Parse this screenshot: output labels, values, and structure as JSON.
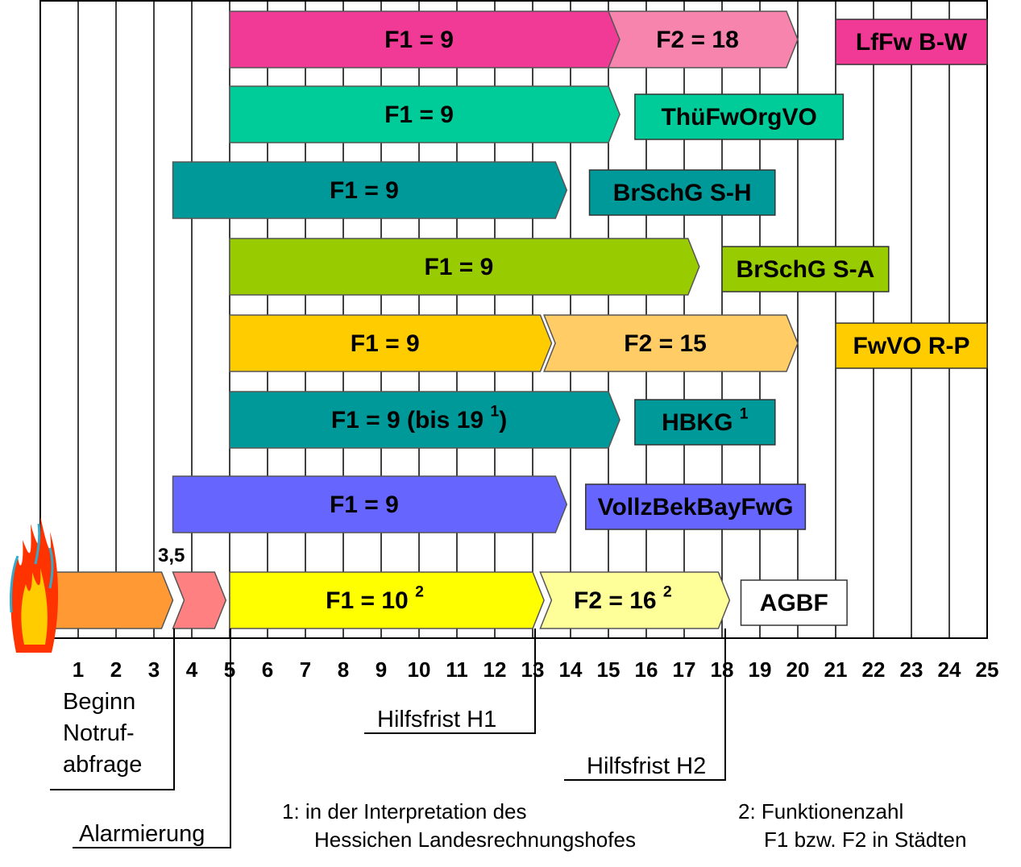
{
  "axis": {
    "ticks": [
      "1",
      "2",
      "3",
      "4",
      "5",
      "6",
      "7",
      "8",
      "9",
      "10",
      "11",
      "12",
      "13",
      "14",
      "15",
      "16",
      "17",
      "18",
      "19",
      "20",
      "21",
      "22",
      "23",
      "24",
      "25"
    ]
  },
  "rows": [
    {
      "segments": [
        {
          "start": 5,
          "end": 15.3,
          "label": "F1 = 9",
          "color": "#f03a96",
          "sup": ""
        },
        {
          "start": 15,
          "end": 20,
          "label": "F2 = 18",
          "color": "#f784ad",
          "sup": ""
        }
      ],
      "box": {
        "label": "LfFw B-W",
        "color": "#f03a96",
        "start": 21,
        "end": 25,
        "sup": ""
      }
    },
    {
      "segments": [
        {
          "start": 5,
          "end": 15.3,
          "label": "F1 = 9",
          "color": "#00cc99",
          "sup": ""
        }
      ],
      "box": {
        "label": "ThüFwOrgVO",
        "color": "#00cc99",
        "start": 15.7,
        "end": 21.2,
        "sup": ""
      }
    },
    {
      "segments": [
        {
          "start": 3.5,
          "end": 13.9,
          "label": "F1 = 9",
          "color": "#009999",
          "sup": ""
        }
      ],
      "box": {
        "label": "BrSchG S-H",
        "color": "#009999",
        "start": 14.5,
        "end": 19.4,
        "sup": ""
      }
    },
    {
      "segments": [
        {
          "start": 5,
          "end": 17.4,
          "label": "F1 = 9",
          "color": "#99cc00",
          "sup": ""
        }
      ],
      "box": {
        "label": "BrSchG S-A",
        "color": "#99cc00",
        "start": 18,
        "end": 22.4,
        "sup": ""
      }
    },
    {
      "segments": [
        {
          "start": 5,
          "end": 13.5,
          "label": "F1 = 9",
          "color": "#ffcc00",
          "sup": ""
        },
        {
          "start": 13.3,
          "end": 20,
          "label": "F2 = 15",
          "color": "#ffcc66",
          "sup": ""
        }
      ],
      "box": {
        "label": "FwVO R-P",
        "color": "#ffcc00",
        "start": 21,
        "end": 25,
        "sup": ""
      }
    },
    {
      "segments": [
        {
          "start": 5,
          "end": 15.3,
          "label": "F1 = 9 (bis 19 ",
          "color": "#009999",
          "sup": "1",
          "tail": ")"
        }
      ],
      "box": {
        "label": "HBKG ",
        "color": "#009999",
        "start": 15.7,
        "end": 19.4,
        "sup": "1"
      }
    },
    {
      "segments": [
        {
          "start": 3.5,
          "end": 13.9,
          "label": "F1 = 9",
          "color": "#6666ff",
          "sup": ""
        }
      ],
      "box": {
        "label": "VollzBekBayFwG",
        "color": "#6666ff",
        "start": 14.4,
        "end": 20.2,
        "sup": ""
      }
    },
    {
      "segments": [
        {
          "start": 0.4,
          "end": 3.5,
          "label": "",
          "color": "#ff9933",
          "sup": ""
        },
        {
          "start": 3.5,
          "end": 4.9,
          "label": "",
          "color": "#ff8080",
          "sup": ""
        },
        {
          "start": 5,
          "end": 13.3,
          "label": "F1 = 10 ",
          "color": "#ffff00",
          "sup": "2"
        },
        {
          "start": 13.2,
          "end": 18.2,
          "label": "F2 = 16 ",
          "color": "#ffff99",
          "sup": "2"
        }
      ],
      "box": {
        "label": "AGBF",
        "color": "#ffffff",
        "start": 18.5,
        "end": 21.3,
        "sup": ""
      }
    }
  ],
  "marker_label": "3,5",
  "brackets": {
    "notruf": [
      "Beginn",
      "Notruf-",
      "abfrage"
    ],
    "alarmierung": "Alarmierung",
    "h1": "Hilfsfrist H1",
    "h2": "Hilfsfrist H2"
  },
  "footnotes": {
    "f1": [
      "1: in der Interpretation des",
      "Hessichen Landesrechnungshofes"
    ],
    "f2": [
      "2: Funktionenzahl",
      "F1 bzw. F2 in Städten"
    ]
  },
  "colors": {
    "grid": "#000000",
    "text": "#000000",
    "flame_outer": "#ff3300",
    "flame_inner": "#ffcc00"
  }
}
